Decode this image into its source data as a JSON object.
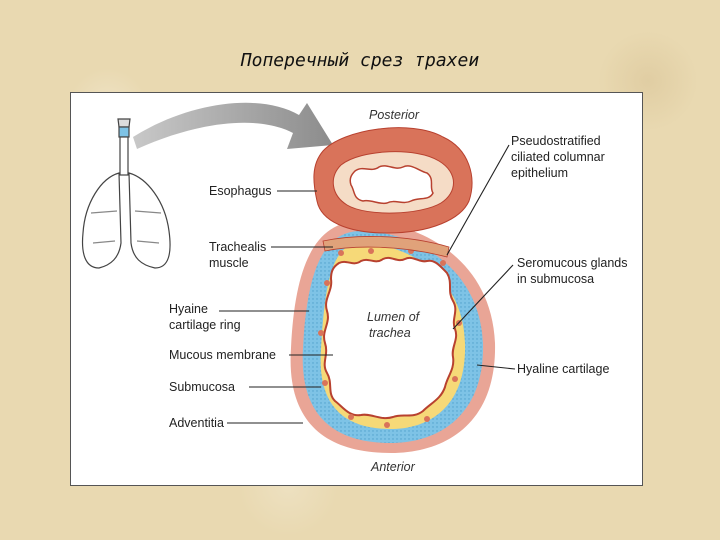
{
  "title": "Поперечный срез трахеи",
  "labels": {
    "posterior": "Posterior",
    "anterior": "Anterior",
    "lumen_1": "Lumen of",
    "lumen_2": "trachea",
    "esophagus": "Esophagus",
    "trachealis_1": "Trachealis",
    "trachealis_2": "muscle",
    "hyaline_ring_1": "Hyaine",
    "hyaline_ring_2": "cartilage ring",
    "mucous": "Mucous membrane",
    "submucosa": "Submucosa",
    "adventitia": "Adventitia",
    "epithelium_1": "Pseudostratified",
    "epithelium_2": "ciliated columnar",
    "epithelium_3": "epithelium",
    "glands_1": "Seromucous glands",
    "glands_2": "in submucosa",
    "hyaline_cartilage": "Hyaline cartilage"
  },
  "colors": {
    "esophagus": "#d9735a",
    "adventitia": "#e9a596",
    "cartilage": "#7ec3e6",
    "submucosa": "#f6d978",
    "mucosa": "#b8412f",
    "arrow": "#9a9a9a"
  }
}
